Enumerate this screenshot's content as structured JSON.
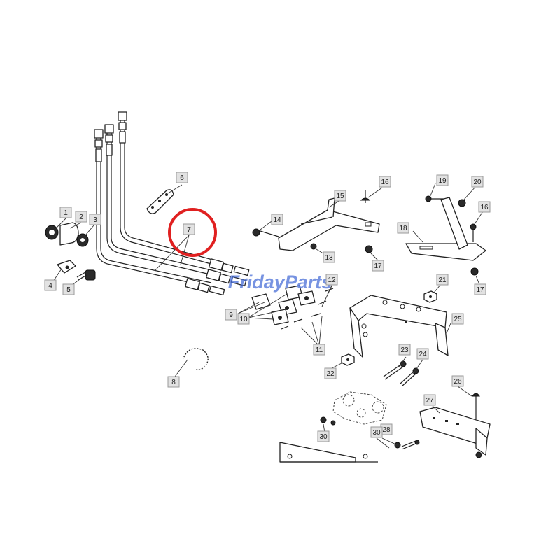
{
  "watermark": {
    "brand": "FridayParts",
    "color": "#4a6fd8"
  },
  "highlight": {
    "part": "7",
    "color": "#e02020"
  },
  "callouts": [
    "1",
    "2",
    "3",
    "4",
    "5",
    "6",
    "7",
    "8",
    "9",
    "10",
    "11",
    "12",
    "13",
    "14",
    "15",
    "16",
    "17",
    "18",
    "19",
    "20",
    "21",
    "22",
    "23",
    "24",
    "25",
    "26",
    "27",
    "28",
    "30"
  ]
}
